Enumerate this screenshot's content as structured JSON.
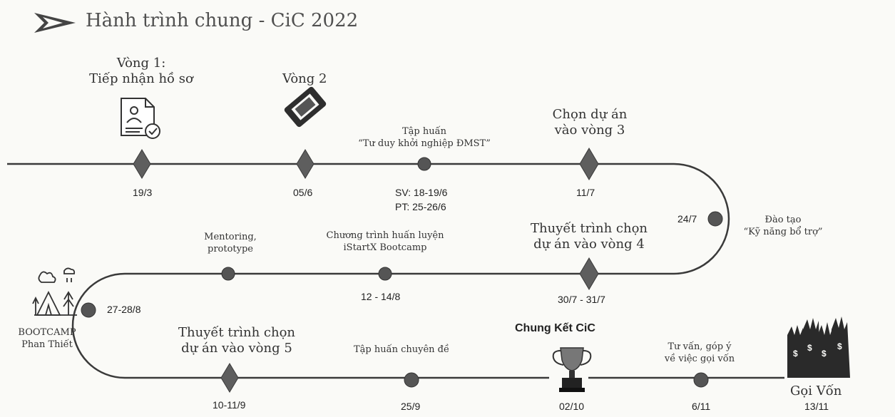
{
  "header": {
    "title": "Hành trình chung - CiC 2022"
  },
  "milestones": {
    "m1": {
      "label_line1": "Vòng 1:",
      "label_line2": "Tiếp nhận hồ sơ",
      "date": "19/3"
    },
    "m2": {
      "label": "Vòng 2",
      "date": "05/6"
    },
    "m3": {
      "label_line1": "Tập huấn",
      "label_line2": "“Tư duy khởi nghiệp ĐMST”",
      "date_line1": "SV: 18-19/6",
      "date_line2": "PT: 25-26/6"
    },
    "m4": {
      "label_line1": "Chọn dự án",
      "label_line2": "vào vòng 3",
      "date": "11/7"
    },
    "m5": {
      "label_line1": "Đào tạo",
      "label_line2": "“Kỹ năng bổ trợ”",
      "date": "24/7"
    },
    "m6": {
      "label_line1": "Thuyết trình chọn",
      "label_line2": "dự án vào vòng 4",
      "date": "30/7 - 31/7"
    },
    "m7": {
      "label_line1": "Chương trình huấn luyện",
      "label_line2": "iStartX Bootcamp",
      "date": "12 - 14/8"
    },
    "m8": {
      "label_line1": "Mentoring,",
      "label_line2": "prototype"
    },
    "m9": {
      "label_line1": "BOOTCAMP",
      "label_line2": "Phan Thiết",
      "date": "27-28/8"
    },
    "m10": {
      "label_line1": "Thuyết trình chọn",
      "label_line2": "dự án vào vòng 5",
      "date": "10-11/9"
    },
    "m11": {
      "label": "Tập huấn chuyên đề",
      "date": "25/9"
    },
    "m12": {
      "label": "Chung Kết CiC",
      "date": "02/10"
    },
    "m13": {
      "label_line1": "Tư vấn, góp ý",
      "label_line2": "về việc gọi vốn",
      "date": "6/11"
    },
    "m14": {
      "label": "Gọi Vốn",
      "date": "13/11"
    }
  },
  "icons": [
    "arrow-logo-icon",
    "resume-check-icon",
    "ticket-icon",
    "camping-icon",
    "trophy-icon",
    "raised-hands-money-icon"
  ],
  "colors": {
    "track": "#3a3a3a",
    "marker": "#5a5a5a",
    "background": "#fafaf7"
  }
}
